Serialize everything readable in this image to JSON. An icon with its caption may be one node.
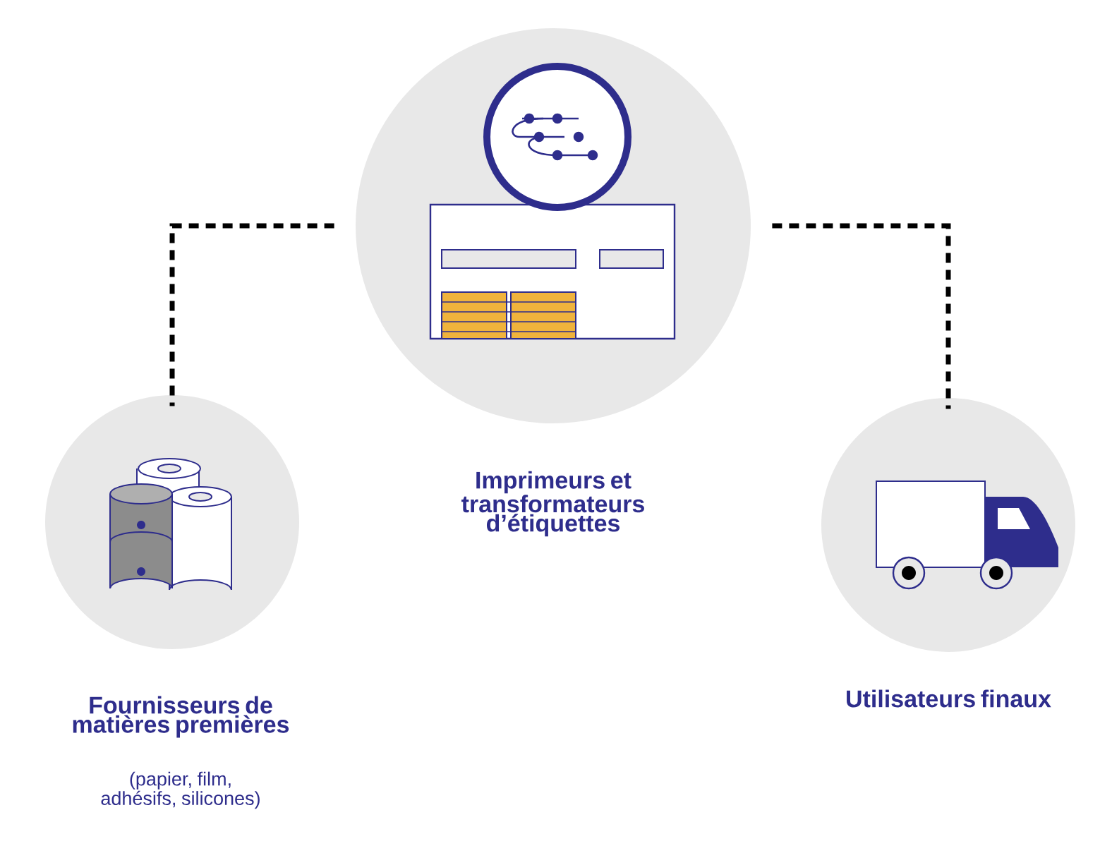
{
  "diagram": {
    "nodes": [
      {
        "text": [
          "Fournisseurs de matières premières",
          "(papier, film, adhésifs, silicones)"
        ]
      },
      {
        "text": [
          "Imprimeurs et transformateurs d’étiquettes"
        ]
      },
      {
        "text": [
          "Utilisateurs finaux"
        ]
      }
    ],
    "edges": [
      {
        "from": 1,
        "to": 0,
        "arrow": "none",
        "style": "dashed"
      },
      {
        "from": 1,
        "to": 2,
        "arrow": "none",
        "style": "dashed"
      }
    ]
  }
}
